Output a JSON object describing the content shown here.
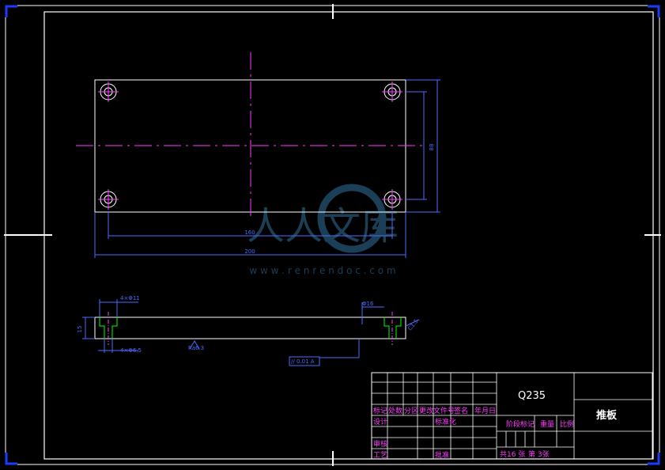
{
  "drawing": {
    "material": "Q235",
    "part_name": "推板",
    "sheets_total_label": "共16 张",
    "sheet_number_label": "第 3张"
  },
  "title_block": {
    "headers": [
      "标记",
      "处数",
      "分区",
      "更改文件号",
      "签名",
      "年月日"
    ],
    "rows": [
      "设计",
      "标准化",
      "审核",
      "工艺",
      "批准"
    ],
    "stage_mark": "阶段标记",
    "weight": "重量",
    "scale": "比例"
  },
  "dimensions": {
    "overall_length": "200",
    "hole_spacing": "160",
    "height": "88",
    "top_hole_label": "4×Φ11",
    "bottom_hole_label": "4×Φ6.5",
    "thickness": "15",
    "counterbore": "Φ16",
    "chamfer": "C1.5",
    "roughness": "Ra6.3",
    "flatness": "// 0.01 A"
  },
  "watermark": {
    "text": "人人文库",
    "url": "w w w . r e n r e n d o c . c o m"
  },
  "colors": {
    "outline": "#ffffff",
    "center_line": "#ff3cff",
    "dimension": "#4b6bff",
    "hidden": "#00ff00",
    "corner_marker": "#1a3cff"
  }
}
